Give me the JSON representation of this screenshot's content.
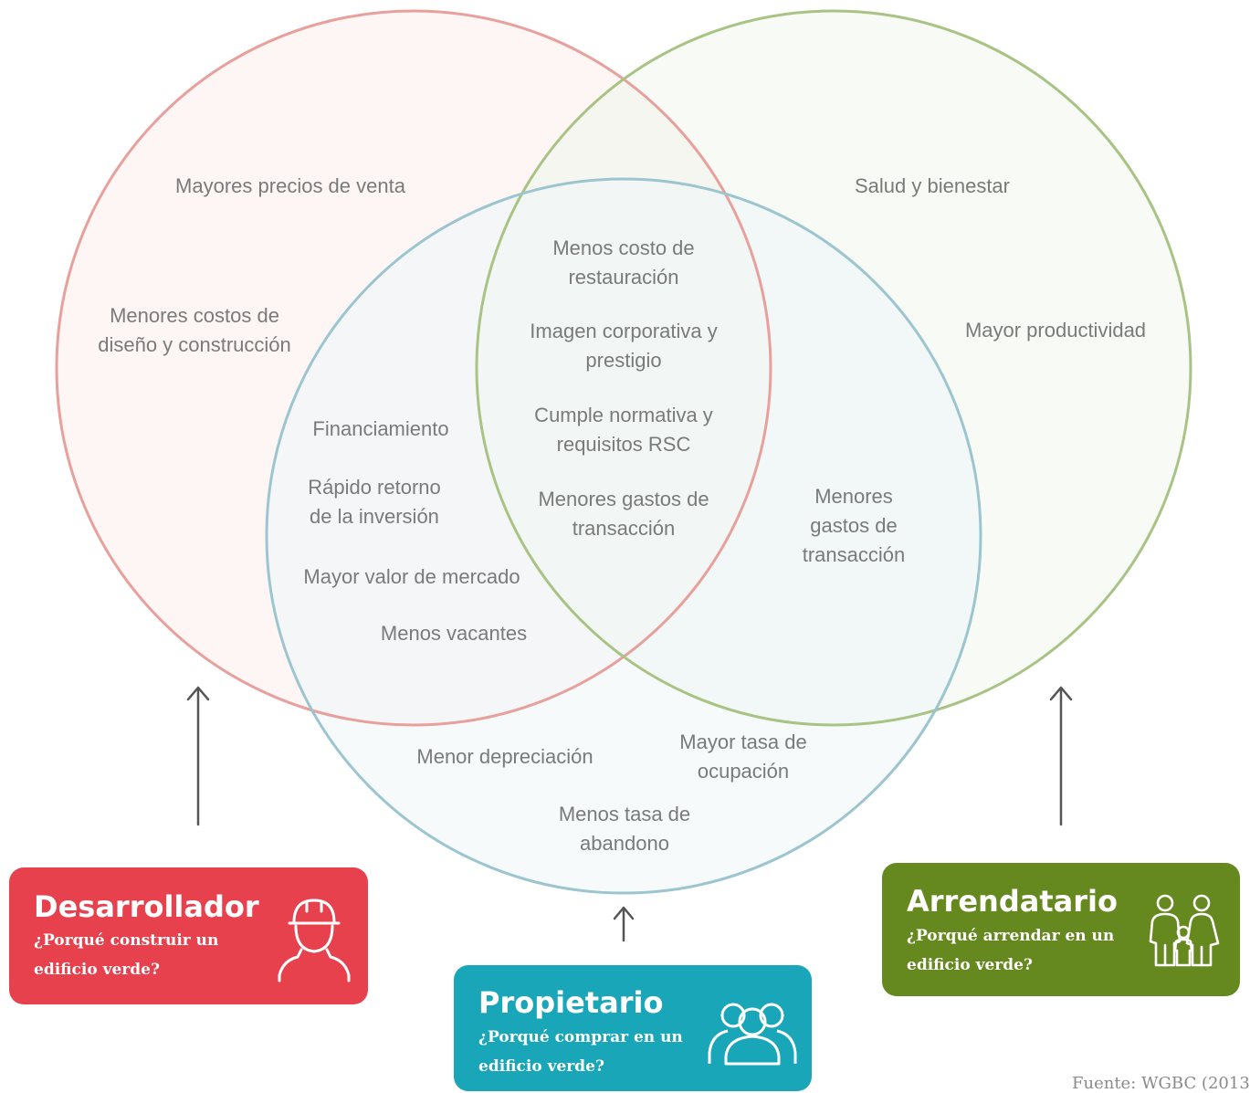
{
  "circles": {
    "developer": {
      "name": "circulo-desarrollador",
      "stroke": "#e8a09c",
      "fill": "#fbefed"
    },
    "owner": {
      "name": "circulo-propietario",
      "stroke": "#9cc5cf",
      "fill": "#eef5f7"
    },
    "tenant": {
      "name": "circulo-arrendatario",
      "stroke": "#a8c383",
      "fill": "#f1f5ec"
    }
  },
  "labels": {
    "mayores_precios": "Mayores precios de venta",
    "menores_costos": [
      "Menores costos de",
      "diseño y construcción"
    ],
    "salud": "Salud  y bienestar",
    "productividad": "Mayor productividad",
    "costo_restauracion": [
      "Menos costo de",
      "restauración"
    ],
    "imagen": [
      "Imagen corporativa y",
      "prestigio"
    ],
    "normativa": [
      "Cumple normativa y",
      "requisitos RSC"
    ],
    "gastos_centro": [
      "Menores gastos de",
      "transacción"
    ],
    "gastos_derecha": [
      "Menores",
      "gastos de",
      "transacción"
    ],
    "financiamiento": "Financiamiento",
    "retorno": [
      "Rápido retorno",
      "de la inversión"
    ],
    "valor_mercado": "Mayor valor de mercado",
    "vacantes": "Menos vacantes",
    "depreciacion": "Menor depreciación",
    "ocupacion": [
      "Mayor tasa de",
      "ocupación"
    ],
    "abandono": [
      "Menos tasa de",
      "abandono"
    ]
  },
  "cards": {
    "desarrollador": {
      "title": "Desarrollador",
      "lines": [
        "¿Porqué construir un",
        "edificio verde?"
      ],
      "color": "#e7414d",
      "icon": "construction-worker-icon"
    },
    "propietario": {
      "title": "Propietario",
      "lines": [
        "¿Porqué comprar en un",
        "edificio verde?"
      ],
      "color": "#1aa6b9",
      "icon": "group-people-icon"
    },
    "arrendatario": {
      "title": "Arrendatario",
      "lines": [
        "¿Porqué arrendar en un",
        "edificio verde?"
      ],
      "color": "#65891f",
      "icon": "family-icon"
    }
  },
  "source": "Fuente: WGBC (2013"
}
